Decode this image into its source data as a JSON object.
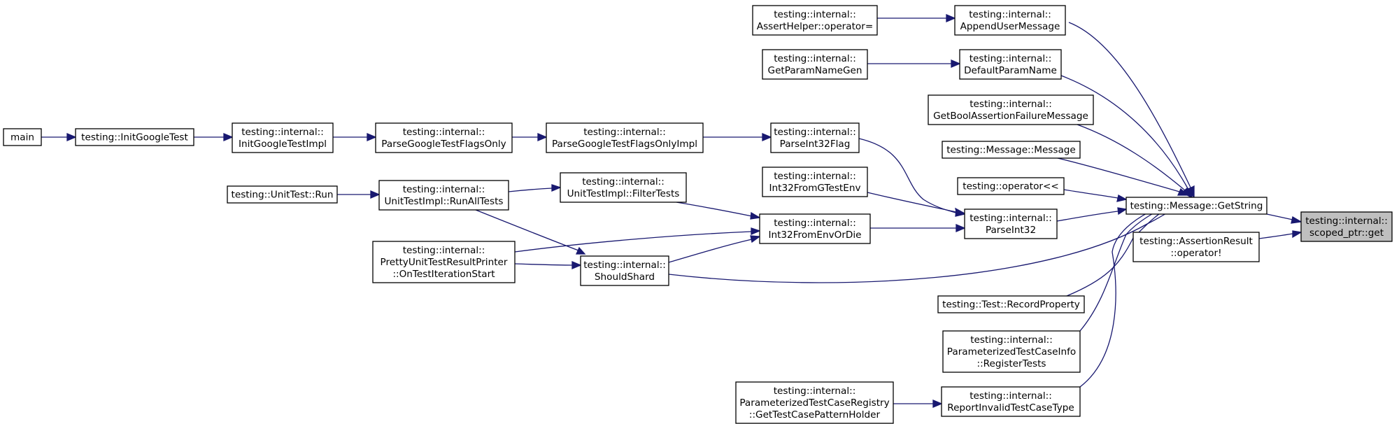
{
  "graph": {
    "title": "",
    "focus_node": "get",
    "nodes": [
      {
        "id": "get",
        "lines": [
          "testing::internal::",
          "scoped_ptr::get"
        ],
        "highlight": true
      },
      {
        "id": "getstring",
        "lines": [
          "testing::Message::GetString"
        ]
      },
      {
        "id": "assertop",
        "lines": [
          "testing::AssertionResult",
          "::operator!"
        ]
      },
      {
        "id": "appendmsg",
        "lines": [
          "testing::internal::",
          "AppendUserMessage"
        ]
      },
      {
        "id": "defparam",
        "lines": [
          "testing::internal::",
          "DefaultParamName"
        ]
      },
      {
        "id": "getbool",
        "lines": [
          "testing::internal::",
          "GetBoolAssertionFailureMessage"
        ]
      },
      {
        "id": "msgctor",
        "lines": [
          "testing::Message::Message"
        ]
      },
      {
        "id": "opstream",
        "lines": [
          "testing::operator<<"
        ]
      },
      {
        "id": "parseint32",
        "lines": [
          "testing::internal::",
          "ParseInt32"
        ]
      },
      {
        "id": "recordprop",
        "lines": [
          "testing::Test::RecordProperty"
        ]
      },
      {
        "id": "registertests",
        "lines": [
          "testing::internal::",
          "ParameterizedTestCaseInfo",
          "::RegisterTests"
        ]
      },
      {
        "id": "reportinvalid",
        "lines": [
          "testing::internal::",
          "ReportInvalidTestCaseType"
        ]
      },
      {
        "id": "asserthelper",
        "lines": [
          "testing::internal::",
          "AssertHelper::operator="
        ]
      },
      {
        "id": "getparamgen",
        "lines": [
          "testing::internal::",
          "GetParamNameGen"
        ]
      },
      {
        "id": "parseint32flag",
        "lines": [
          "testing::internal::",
          "ParseInt32Flag"
        ]
      },
      {
        "id": "int32fromgtest",
        "lines": [
          "testing::internal::",
          "Int32FromGTestEnv"
        ]
      },
      {
        "id": "int32fromenv",
        "lines": [
          "testing::internal::",
          "Int32FromEnvOrDie"
        ]
      },
      {
        "id": "shouldshard",
        "lines": [
          "testing::internal::",
          "ShouldShard"
        ]
      },
      {
        "id": "getpattern",
        "lines": [
          "testing::internal::",
          "ParameterizedTestCaseRegistry",
          "::GetTestCasePatternHolder"
        ]
      },
      {
        "id": "flagsonlyimpl",
        "lines": [
          "testing::internal::",
          "ParseGoogleTestFlagsOnlyImpl"
        ]
      },
      {
        "id": "filtertests",
        "lines": [
          "testing::internal::",
          "UnitTestImpl::FilterTests"
        ]
      },
      {
        "id": "flagsonly",
        "lines": [
          "testing::internal::",
          "ParseGoogleTestFlagsOnly"
        ]
      },
      {
        "id": "runalltests",
        "lines": [
          "testing::internal::",
          "UnitTestImpl::RunAllTests"
        ]
      },
      {
        "id": "pretty",
        "lines": [
          "testing::internal::",
          "PrettyUnitTestResultPrinter",
          "::OnTestIterationStart"
        ]
      },
      {
        "id": "initimpl",
        "lines": [
          "testing::internal::",
          "InitGoogleTestImpl"
        ]
      },
      {
        "id": "unittestrun",
        "lines": [
          "testing::UnitTest::Run"
        ]
      },
      {
        "id": "initgoogle",
        "lines": [
          "testing::InitGoogleTest"
        ]
      },
      {
        "id": "main",
        "lines": [
          "main"
        ]
      }
    ],
    "edges": [
      {
        "from": "getstring",
        "to": "get"
      },
      {
        "from": "assertop",
        "to": "get"
      },
      {
        "from": "appendmsg",
        "to": "getstring"
      },
      {
        "from": "defparam",
        "to": "getstring"
      },
      {
        "from": "getbool",
        "to": "getstring"
      },
      {
        "from": "msgctor",
        "to": "getstring"
      },
      {
        "from": "opstream",
        "to": "getstring"
      },
      {
        "from": "parseint32",
        "to": "getstring"
      },
      {
        "from": "shouldshard",
        "to": "getstring"
      },
      {
        "from": "recordprop",
        "to": "getstring"
      },
      {
        "from": "registertests",
        "to": "getstring"
      },
      {
        "from": "reportinvalid",
        "to": "getstring"
      },
      {
        "from": "asserthelper",
        "to": "appendmsg"
      },
      {
        "from": "getparamgen",
        "to": "defparam"
      },
      {
        "from": "parseint32flag",
        "to": "parseint32"
      },
      {
        "from": "int32fromgtest",
        "to": "parseint32"
      },
      {
        "from": "int32fromenv",
        "to": "parseint32"
      },
      {
        "from": "getpattern",
        "to": "reportinvalid"
      },
      {
        "from": "flagsonlyimpl",
        "to": "parseint32flag"
      },
      {
        "from": "filtertests",
        "to": "int32fromenv"
      },
      {
        "from": "pretty",
        "to": "int32fromenv"
      },
      {
        "from": "shouldshard",
        "to": "int32fromenv"
      },
      {
        "from": "flagsonly",
        "to": "flagsonlyimpl"
      },
      {
        "from": "runalltests",
        "to": "filtertests"
      },
      {
        "from": "runalltests",
        "to": "shouldshard"
      },
      {
        "from": "pretty",
        "to": "shouldshard"
      },
      {
        "from": "initimpl",
        "to": "flagsonly"
      },
      {
        "from": "unittestrun",
        "to": "runalltests"
      },
      {
        "from": "initgoogle",
        "to": "initimpl"
      },
      {
        "from": "main",
        "to": "initgoogle"
      }
    ],
    "colors": {
      "edge": "#191970",
      "node_border": "#000000",
      "node_fill": "#ffffff",
      "highlight_fill": "#bfbfbf"
    }
  }
}
